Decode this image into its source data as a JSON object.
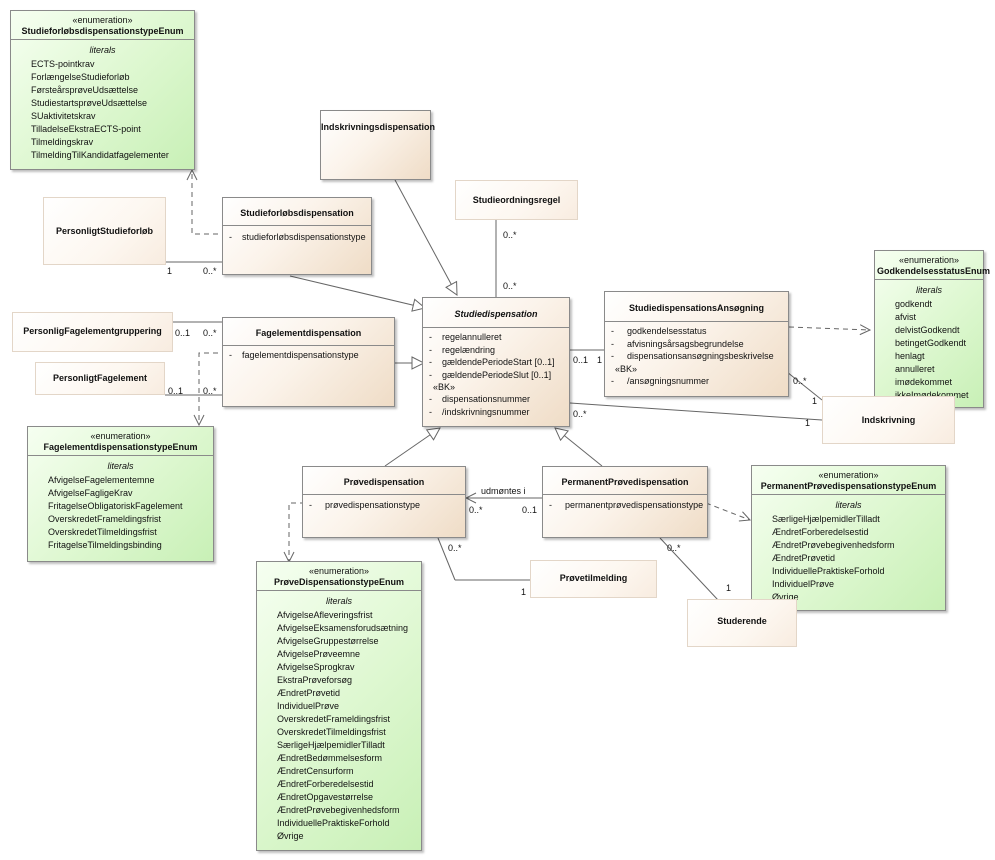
{
  "enums": {
    "studieforloeb": {
      "stereotype": "«enumeration»",
      "name": "StudieforløbsdispensationstypeEnum",
      "caption": "literals",
      "literals": [
        "ECTS-pointkrav",
        "ForlængelseStudieforløb",
        "FørsteårsprøveUdsættelse",
        "StudiestartsprøveUdsættelse",
        "SUaktivitetskrav",
        "TilladelseEkstraECTS-point",
        "Tilmeldingskrav",
        "TilmeldingTilKandidatfagelementer"
      ]
    },
    "fagelement": {
      "stereotype": "«enumeration»",
      "name": "FagelementdispensationstypeEnum",
      "caption": "literals",
      "literals": [
        "AfvigelseFagelementemne",
        "AfvigelseFagligeKrav",
        "FritagelseObligatoriskFagelement",
        "OverskredetFrameldingsfrist",
        "OverskredetTilmeldingsfrist",
        "FritagelseTilmeldingsbinding"
      ]
    },
    "proeve": {
      "stereotype": "«enumeration»",
      "name": "PrøveDispensationstypeEnum",
      "caption": "literals",
      "literals": [
        "AfvigelseAfleveringsfrist",
        "AfvigelseEksamensforudsætning",
        "AfvigelseGruppestørrelse",
        "AfvigelsePrøveemne",
        "AfvigelseSprogkrav",
        "EkstraPrøveforsøg",
        "ÆndretPrøvetid",
        "IndividuelPrøve",
        "OverskredetFrameldingsfrist",
        "OverskredetTilmeldingsfrist",
        "SærligeHjælpemidlerTilladt",
        "ÆndretBedømmelsesform",
        "ÆndretCensurform",
        "ÆndretForberedelsestid",
        "ÆndretOpgavestørrelse",
        "ÆndretPrøvebegivenhedsform",
        "IndividuellePraktiskeForhold",
        "Øvrige"
      ]
    },
    "godkendelse": {
      "stereotype": "«enumeration»",
      "name": "GodkendelsesstatusEnum",
      "caption": "literals",
      "literals": [
        "godkendt",
        "afvist",
        "delvistGodkendt",
        "betingetGodkendt",
        "henlagt",
        "annulleret",
        "imødekommet",
        "ikkeImødekommet"
      ]
    },
    "permanent": {
      "stereotype": "«enumeration»",
      "name": "PermanentPrøvedispensationstypeEnum",
      "caption": "literals",
      "literals": [
        "SærligeHjælpemidlerTilladt",
        "ÆndretForberedelsestid",
        "ÆndretPrøvebegivenhedsform",
        "ÆndretPrøvetid",
        "IndividuellePraktiskeForhold",
        "IndividuelPrøve",
        "Øvrige"
      ]
    }
  },
  "classes": {
    "indskrivningsdispensation": "Indskrivningsdispensation",
    "studieordningsregel": "Studieordningsregel",
    "personligtStudieforloeb": "PersonligtStudieforløb",
    "personligFagelementgruppering": "PersonligFagelementgruppering",
    "personligtFagelement": "PersonligtFagelement",
    "indskrivning": "Indskrivning",
    "proevetilmelding": "Prøvetilmelding",
    "studerende": "Studerende",
    "studieforloebsdispensation": {
      "name": "Studieforløbsdispensation",
      "attrs": [
        "studieforløbsdispensationstype"
      ]
    },
    "fagelementdispensation": {
      "name": "Fagelementdispensation",
      "attrs": [
        "fagelementdispensationstype"
      ]
    },
    "studiedispensation": {
      "name": "Studiedispensation",
      "attrs": [
        "regelannulleret",
        "regelændring",
        "gældendePeriodeStart [0..1]",
        "gældendePeriodeSlut [0..1]"
      ],
      "bk": "«BK»",
      "bk_attrs": [
        "dispensationsnummer",
        "/indskrivningsnummer"
      ]
    },
    "ansoegning": {
      "name": "StudiedispensationsAnsøgning",
      "attrs": [
        "godkendelsesstatus",
        "afvisningsårsagsbegrundelse",
        "dispensationsansøgningsbeskrivelse"
      ],
      "bk": "«BK»",
      "bk_attrs": [
        "/ansøgningsnummer"
      ]
    },
    "proevedispensation": {
      "name": "Prøvedispensation",
      "attrs": [
        "prøvedispensationstype"
      ]
    },
    "permanentProevedispensation": {
      "name": "PermanentPrøvedispensation",
      "attrs": [
        "permanentprøvedispensationstype"
      ]
    }
  },
  "visibility": "-",
  "multiplicities": {
    "m1": "1",
    "m2": "0..*",
    "m3": "0..*",
    "m4": "0..*",
    "m5": "0..1",
    "m6": "0..*",
    "m7": "0..1",
    "m8": "0..*",
    "m9": "0..1",
    "m10": "1",
    "m11": "0..*",
    "m12": "1",
    "m13": "0..*",
    "m14": "1",
    "m15": "0..*",
    "m16": "0..1",
    "m17": "0..*",
    "m18": "1",
    "m19": "0..*",
    "m20": "1"
  },
  "assoc_label_udmoentes": "udmøntes i"
}
